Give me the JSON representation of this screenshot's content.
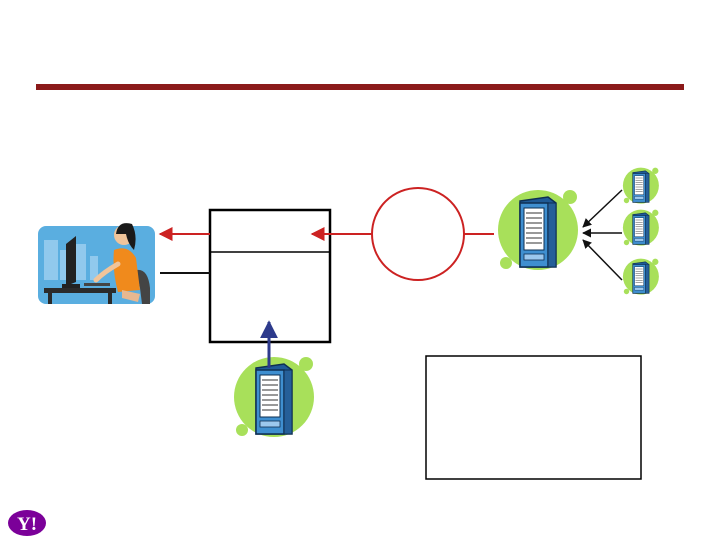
{
  "slide": {
    "title": "",
    "colors": {
      "title_rule": "#8b1a1a",
      "red_arrow": "#cc2222",
      "blue_arrow": "#2d3a8c",
      "black_line": "#111111",
      "server_glow": "#a8e05a",
      "server_body": "#3f8fd0"
    }
  },
  "diagram": {
    "nodes": [
      {
        "id": "user-at-computer",
        "kind": "clipart-person-at-desk",
        "label": ""
      },
      {
        "id": "cache-box",
        "kind": "two-compartment-box",
        "label": ""
      },
      {
        "id": "network-circle",
        "kind": "circle",
        "label": ""
      },
      {
        "id": "main-server",
        "kind": "server-icon",
        "label": ""
      },
      {
        "id": "backend-server-1",
        "kind": "server-icon",
        "label": ""
      },
      {
        "id": "backend-server-2",
        "kind": "server-icon",
        "label": ""
      },
      {
        "id": "backend-server-3",
        "kind": "server-icon",
        "label": ""
      },
      {
        "id": "bottom-server",
        "kind": "server-icon",
        "label": ""
      },
      {
        "id": "note-box",
        "kind": "empty-box",
        "label": ""
      }
    ],
    "edges": [
      {
        "from": "cache-box",
        "to": "user-at-computer",
        "style": "red-arrow"
      },
      {
        "from": "user-at-computer",
        "to": "cache-box",
        "style": "black-line"
      },
      {
        "from": "network-circle",
        "to": "cache-box",
        "style": "red-arrow"
      },
      {
        "from": "main-server",
        "to": "network-circle",
        "style": "red-line"
      },
      {
        "from": "backend-server-1",
        "to": "main-server",
        "style": "black-arrow"
      },
      {
        "from": "backend-server-2",
        "to": "main-server",
        "style": "black-arrow"
      },
      {
        "from": "backend-server-3",
        "to": "main-server",
        "style": "black-arrow"
      },
      {
        "from": "bottom-server",
        "to": "cache-box",
        "style": "blue-arrow"
      }
    ]
  },
  "logo": {
    "text": "Y!",
    "colors": {
      "circle": "#7b0099",
      "text": "#ffffff"
    }
  }
}
